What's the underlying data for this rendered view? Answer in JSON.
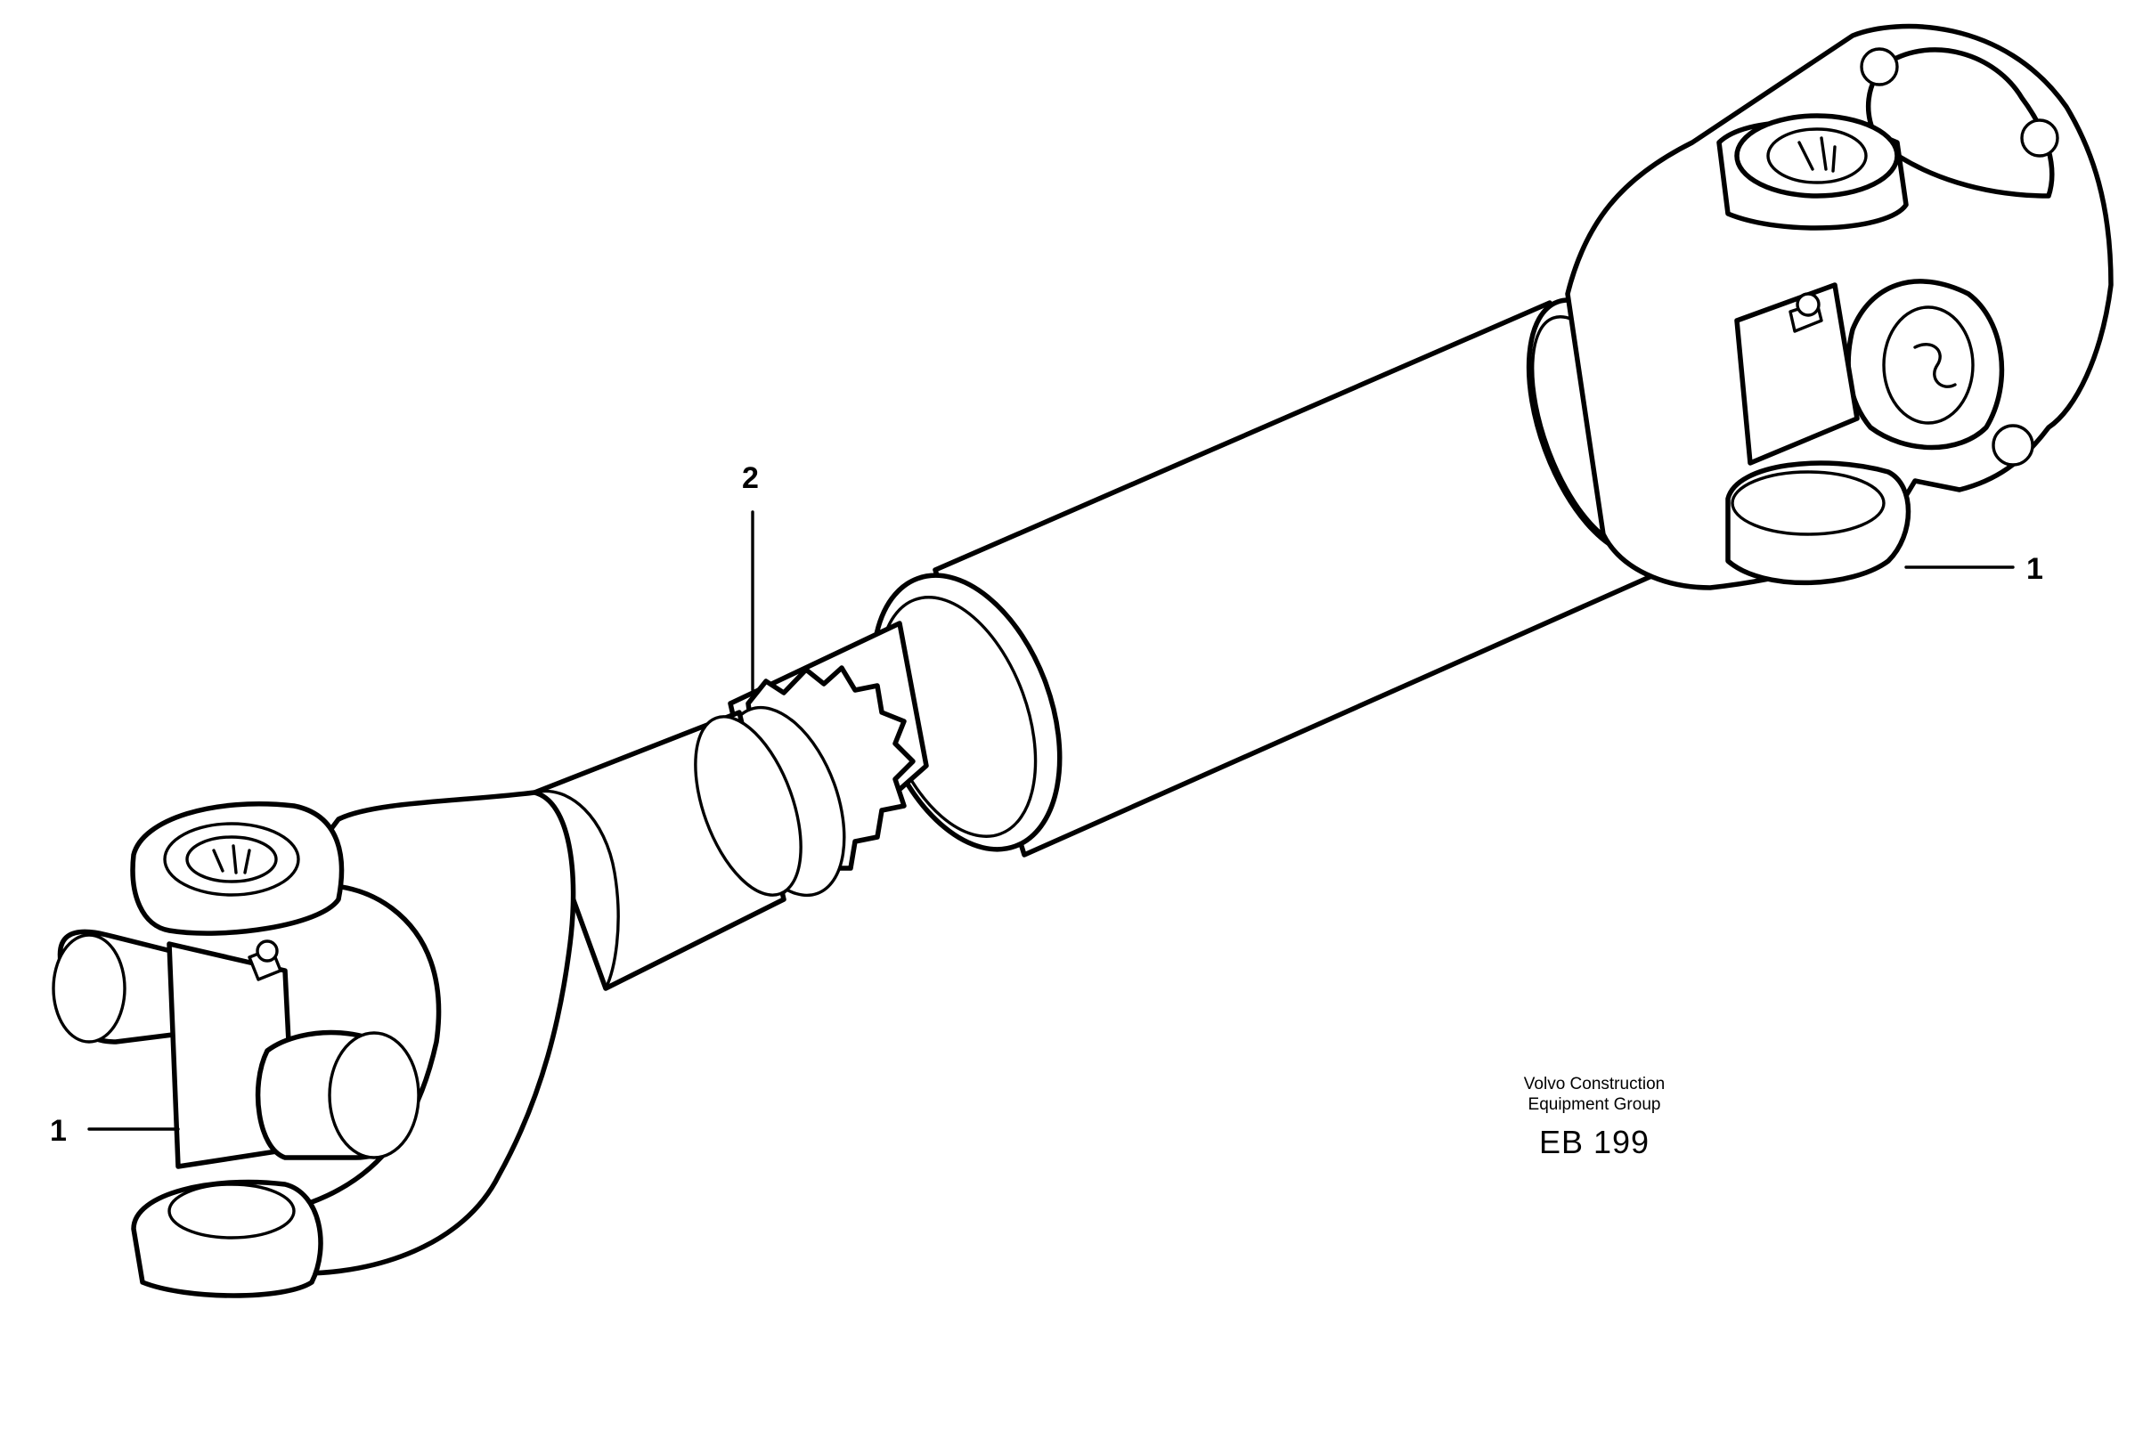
{
  "watermark": {
    "company_line1": "Volvo Construction",
    "company_line2": "Equipment Group",
    "code": "EB 199"
  },
  "callouts": [
    {
      "label": "1"
    },
    {
      "label": "1"
    },
    {
      "label": "2"
    }
  ]
}
